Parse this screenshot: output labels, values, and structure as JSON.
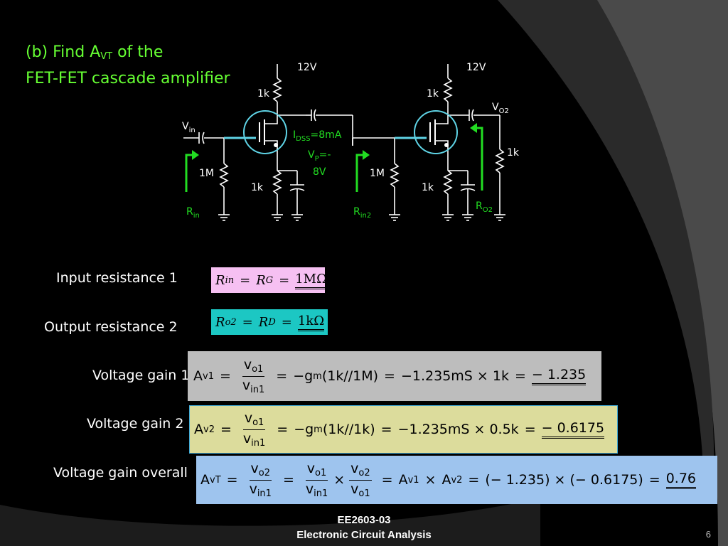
{
  "slide": {
    "title_line1_pre": "(b) Find A",
    "title_line1_sub": "VT",
    "title_line1_post": " of the",
    "title_line2": "FET-FET cascade amplifier",
    "footer_course": "EE2603-03",
    "footer_name": "Electronic Circuit Analysis",
    "page_number": "6"
  },
  "colors": {
    "accent_green": "#66ff33",
    "circuit_wire": "#5fd4e6",
    "pink_box": "#f6c0f2",
    "teal_box": "#1cc7c3",
    "gray_box": "#bdbdbd",
    "olive_box": "#dcdc9c",
    "blue_box": "#9ec4ee"
  },
  "circuit": {
    "supply1": "12V",
    "supply2": "12V",
    "rd1": "1k",
    "rd2": "1k",
    "vin": "V",
    "vin_sub": "in",
    "vo2": "V",
    "vo2_sub": "O2",
    "idss_pre": "I",
    "idss_sub": "DSS",
    "idss_post": "=8mA",
    "vp_pre": "V",
    "vp_sub": "P",
    "vp_post": "=-",
    "vp_line2": "8V",
    "rg1": "1M",
    "rg2": "1M",
    "rs1": "1k",
    "rs2": "1k",
    "rl": "1k",
    "rin_pre": "R",
    "rin_sub": "in",
    "rin2_pre": "R",
    "rin2_sub": "in2",
    "ro2_pre": "R",
    "ro2_sub": "O2"
  },
  "rows": [
    {
      "label": "Input resistance 1"
    },
    {
      "label": "Output resistance 2"
    },
    {
      "label": "Voltage gain 1"
    },
    {
      "label": "Voltage gain 2"
    },
    {
      "label": "Voltage gain overall"
    }
  ],
  "eq_input": {
    "lhs": "R",
    "lhs_sub": "in",
    "op1": "=",
    "mid": "R",
    "mid_sub": "G",
    "op2": "=",
    "result": "1MΩ"
  },
  "eq_output": {
    "lhs": "R",
    "lhs_sub": "o2",
    "op1": "=",
    "mid": "R",
    "mid_sub": "D",
    "op2": "=",
    "result": "1kΩ"
  },
  "eq_av1": {
    "lhs": "A",
    "lhs_sub": "v1",
    "eq1": "=",
    "num": "v",
    "num_sub": "o1",
    "den": "v",
    "den_sub": "in1",
    "eq2": "=",
    "g": "−g",
    "g_sub": "m",
    "paren": "(1k//1M)",
    "eq3": "=",
    "calc": "−1.235mS × 1k",
    "eq4": "=",
    "result": "− 1.235"
  },
  "eq_av2": {
    "lhs": "A",
    "lhs_sub": "v2",
    "eq1": "=",
    "num": "v",
    "num_sub": "o1",
    "den": "v",
    "den_sub": "in1",
    "eq2": "=",
    "g": "−g",
    "g_sub": "m",
    "paren": "(1k//1k)",
    "eq3": "=",
    "calc": "−1.235mS × 0.5k",
    "eq4": "=",
    "result": "− 0.6175"
  },
  "eq_avt": {
    "lhs": "A",
    "lhs_sub": "vT",
    "eq1": "=",
    "f1_num": "v",
    "f1_num_sub": "o2",
    "f1_den": "v",
    "f1_den_sub": "in1",
    "eq2": "=",
    "f2_num": "v",
    "f2_num_sub": "o1",
    "f2_den": "v",
    "f2_den_sub": "in1",
    "times1": "×",
    "f3_num": "v",
    "f3_num_sub": "o2",
    "f3_den": "v",
    "f3_den_sub": "o1",
    "eq3": "=",
    "a1": "A",
    "a1_sub": "v1",
    "times2": "×",
    "a2": "A",
    "a2_sub": "v2",
    "eq4": "=",
    "calc": "(− 1.235) × (− 0.6175)",
    "eq5": "=",
    "result": "0.76"
  }
}
